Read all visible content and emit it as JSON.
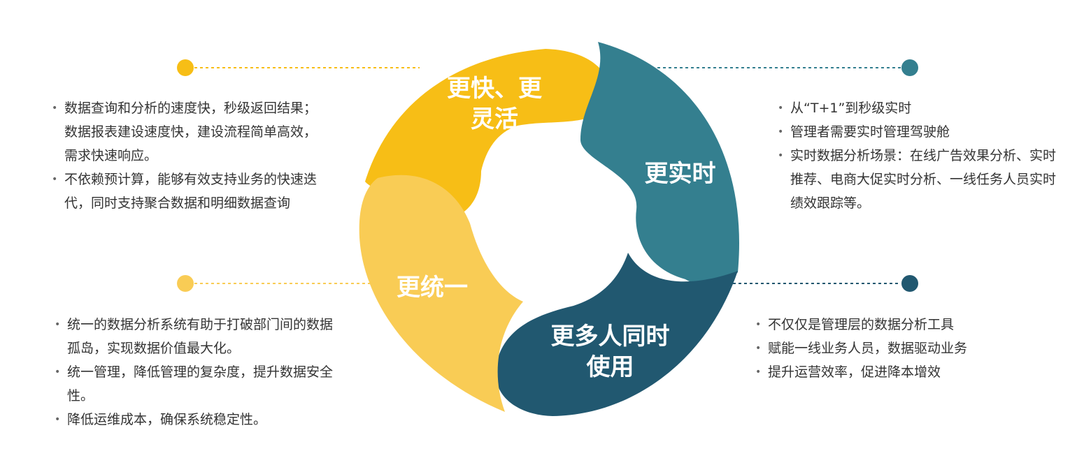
{
  "colors": {
    "yellow": "#F7BE16",
    "light_yellow": "#F9CC55",
    "teal": "#347F8F",
    "navy": "#215870"
  },
  "segments": {
    "top_left": {
      "label": "更快、更\n灵活",
      "color": "#F7BE16"
    },
    "right": {
      "label": "更实时",
      "color": "#347F8F"
    },
    "bottom_right": {
      "label": "更多人同时\n使用",
      "color": "#215870"
    },
    "left": {
      "label": "更统一",
      "color": "#F9CC55"
    }
  },
  "panels": {
    "top_left": {
      "dot_color": "#F7BE16",
      "items": [
        "数据查询和分析的速度快，秒级返回结果；数据报表建设速度快，建设流程简单高效，需求快速响应。",
        "不依赖预计算，能够有效支持业务的快速迭代，同时支持聚合数据和明细数据查询"
      ]
    },
    "top_right": {
      "dot_color": "#347F8F",
      "items": [
        "从“T+1”到秒级实时",
        "管理者需要实时管理驾驶舱",
        "实时数据分析场景：在线广告效果分析、实时推荐、电商大促实时分析、一线任务人员实时绩效跟踪等。"
      ]
    },
    "bottom_left": {
      "dot_color": "#F9CC55",
      "items": [
        "统一的数据分析系统有助于打破部门间的数据孤岛，实现数据价值最大化。",
        "统一管理，降低管理的复杂度，提升数据安全性。",
        "降低运维成本，确保系统稳定性。"
      ]
    },
    "bottom_right": {
      "dot_color": "#215870",
      "items": [
        "不仅仅是管理层的数据分析工具",
        "赋能一线业务人员，数据驱动业务",
        "提升运营效率，促进降本增效"
      ]
    }
  }
}
